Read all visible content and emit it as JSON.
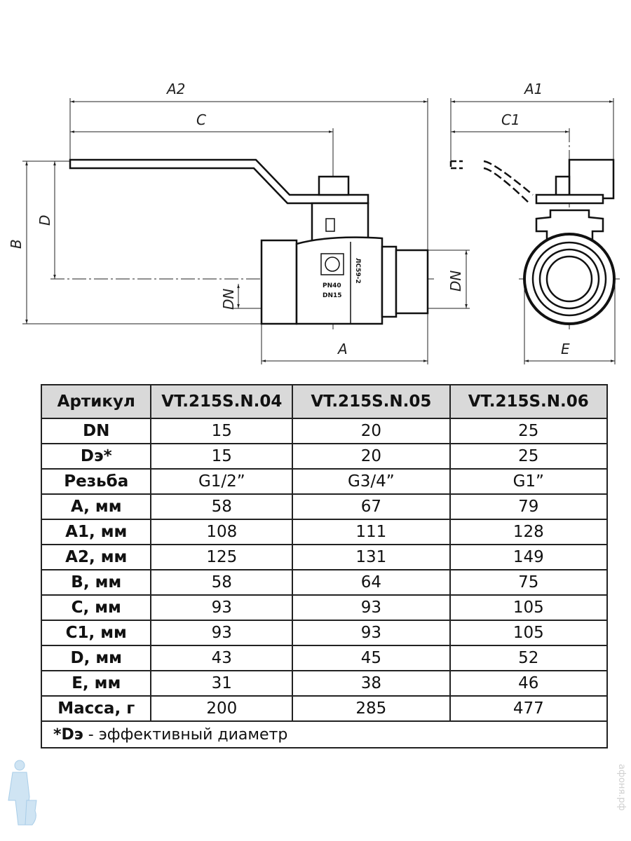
{
  "drawing": {
    "dims": {
      "A2": "A2",
      "C": "C",
      "A1": "A1",
      "C1": "C1",
      "B": "B",
      "D": "D",
      "DN": "DN",
      "A": "A",
      "E": "E"
    },
    "body_marks": {
      "pn": "PN40",
      "dn": "DN15",
      "material": "ЛС59-2"
    }
  },
  "table": {
    "headers": [
      "Артикул",
      "VT.215S.N.04",
      "VT.215S.N.05",
      "VT.215S.N.06"
    ],
    "rows": [
      {
        "label": "DN",
        "values": [
          "15",
          "20",
          "25"
        ]
      },
      {
        "label": "Dэ*",
        "values": [
          "15",
          "20",
          "25"
        ]
      },
      {
        "label": "Резьба",
        "values": [
          "G1/2”",
          "G3/4”",
          "G1”"
        ]
      },
      {
        "label": "A, мм",
        "values": [
          "58",
          "67",
          "79"
        ]
      },
      {
        "label": "A1, мм",
        "values": [
          "108",
          "111",
          "128"
        ]
      },
      {
        "label": "A2, мм",
        "values": [
          "125",
          "131",
          "149"
        ]
      },
      {
        "label": "B, мм",
        "values": [
          "58",
          "64",
          "75"
        ]
      },
      {
        "label": "C, мм",
        "values": [
          "93",
          "93",
          "105"
        ]
      },
      {
        "label": "C1, мм",
        "values": [
          "93",
          "93",
          "105"
        ]
      },
      {
        "label": "D, мм",
        "values": [
          "43",
          "45",
          "52"
        ]
      },
      {
        "label": "E, мм",
        "values": [
          "31",
          "38",
          "46"
        ]
      },
      {
        "label": "Масса, г",
        "values": [
          "200",
          "285",
          "477"
        ]
      }
    ],
    "footnote": {
      "symbol": "*Dэ",
      "text": " - эффективный диаметр"
    }
  },
  "watermark": "афоня.рф"
}
